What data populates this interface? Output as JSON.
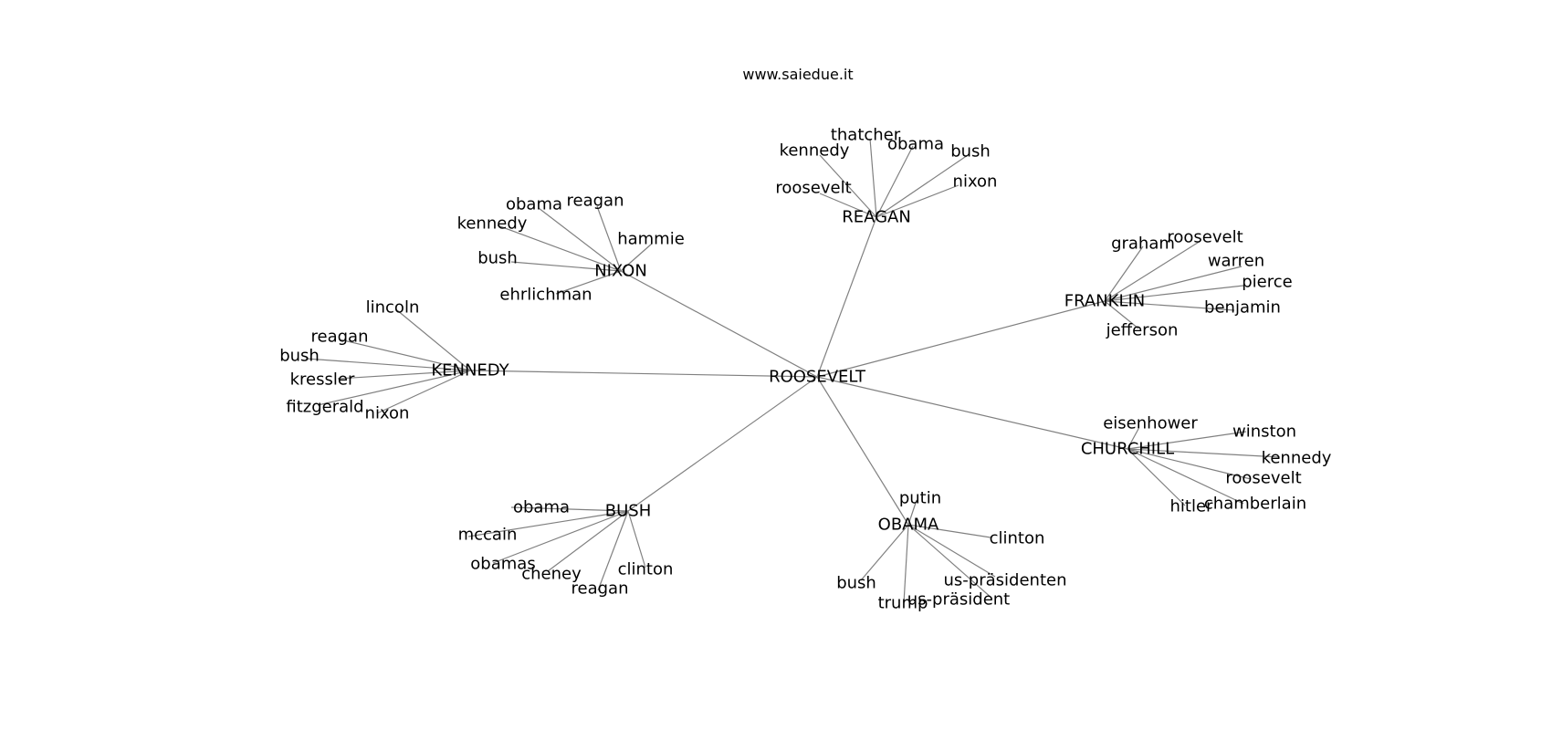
{
  "title": "www.saiedue.it",
  "colors": {
    "edge": "#808080",
    "text": "#000000",
    "background": "#ffffff"
  },
  "graph": {
    "center": "ROOSEVELT",
    "hubs": [
      {
        "label": "REAGAN",
        "leaves": [
          "thatcher",
          "kennedy",
          "obama",
          "bush",
          "roosevelt",
          "nixon"
        ]
      },
      {
        "label": "NIXON",
        "leaves": [
          "obama",
          "reagan",
          "kennedy",
          "hammie",
          "bush",
          "ehrlichman"
        ]
      },
      {
        "label": "FRANKLIN",
        "leaves": [
          "graham",
          "roosevelt",
          "warren",
          "pierce",
          "benjamin",
          "jefferson"
        ]
      },
      {
        "label": "KENNEDY",
        "leaves": [
          "lincoln",
          "reagan",
          "bush",
          "kressler",
          "fitzgerald",
          "nixon"
        ]
      },
      {
        "label": "CHURCHILL",
        "leaves": [
          "eisenhower",
          "winston",
          "kennedy",
          "roosevelt",
          "hitler",
          "chamberlain"
        ]
      },
      {
        "label": "BUSH",
        "leaves": [
          "obama",
          "mccain",
          "obamas",
          "cheney",
          "reagan",
          "clinton"
        ]
      },
      {
        "label": "OBAMA",
        "leaves": [
          "putin",
          "clinton",
          "bush",
          "trump",
          "us-präsidenten",
          "us-präsident"
        ]
      }
    ]
  }
}
